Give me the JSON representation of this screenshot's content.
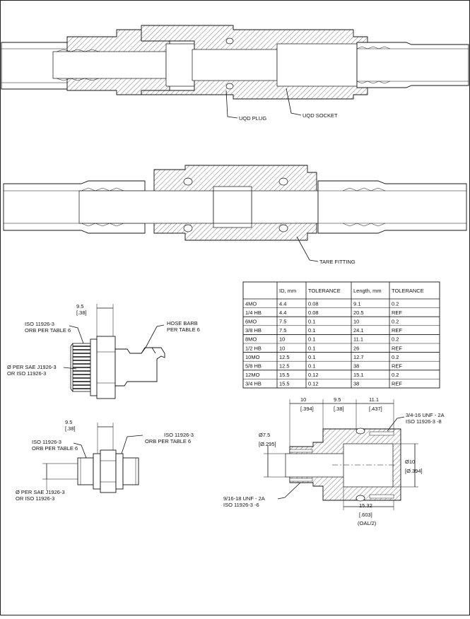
{
  "upper_assembly": {
    "callouts": [
      "UQD PLUG",
      "UQD SOCKET"
    ]
  },
  "middle_assembly": {
    "callouts": [
      "TARE FITTING"
    ]
  },
  "hose_barb_view": {
    "dims": [
      "9.5",
      "[.38]"
    ],
    "callouts": [
      "ISO 11926-3",
      "ORB PER TABLE 6",
      "HOSE BARB",
      "PER TABLE 6",
      "Ø PER SAE J1926-3",
      "OR ISO 11926-3"
    ]
  },
  "orb_view": {
    "dims": [
      "9.5",
      "[.38]"
    ],
    "callouts": [
      "ISO 11926-3",
      "ORB PER TABLE 6",
      "ISO 11926-3",
      "ORB PER TABLE 6",
      "Ø PER SAE J1926-3",
      "OR ISO 11926-3"
    ]
  },
  "size_table": {
    "columns": [
      "",
      "ID, mm",
      "TOLERANCE",
      "Length, mm",
      "TOLERANCE"
    ],
    "rows": [
      [
        "4MO",
        "4.4",
        "0.08",
        "9.1",
        "0.2"
      ],
      [
        "1/4 HB",
        "4.4",
        "0.08",
        "20.5",
        "REF"
      ],
      [
        "6MO",
        "7.5",
        "0.1",
        "10",
        "0.2"
      ],
      [
        "3/8 HB",
        "7.5",
        "0.1",
        "24.1",
        "REF"
      ],
      [
        "8MO",
        "10",
        "0.1",
        "11.1",
        "0.2"
      ],
      [
        "1/2 HB",
        "10",
        "0.1",
        "26",
        "REF"
      ],
      [
        "10MO",
        "12.5",
        "0.1",
        "12.7",
        "0.2"
      ],
      [
        "5/8 HB",
        "12.5",
        "0.1",
        "38",
        "REF"
      ],
      [
        "12MO",
        "15.5",
        "0.12",
        "15.1",
        "0.2"
      ],
      [
        "3/4 HB",
        "15.5",
        "0.12",
        "38",
        "REF"
      ]
    ]
  },
  "adapter_section": {
    "dims": {
      "d1": "10",
      "d1_in": "[.394]",
      "d2": "9.5",
      "d2_in": "[.38]",
      "d3": "11.1",
      "d3_in": "[.437]",
      "d4": "Ø7.5",
      "d4_in": "[Ø.295]",
      "d5": "Ø10",
      "d5_in": "[Ø.394]",
      "d6": "15.32",
      "d6_in": "[.603]",
      "d6_note": "(OAL/2)"
    },
    "callouts": [
      "3/4-16 UNF - 2A",
      "ISO 11926-3 -8",
      "9/16-18 UNF - 2A",
      "ISO 11926-3 -6"
    ]
  }
}
